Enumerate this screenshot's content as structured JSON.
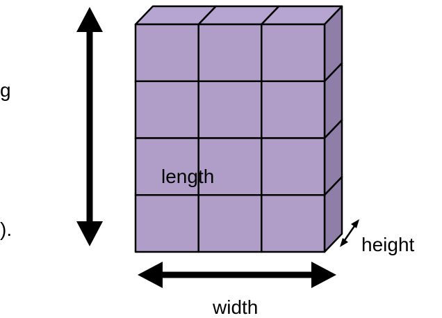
{
  "diagram": {
    "labels": {
      "length": "length",
      "width": "width",
      "height": "height"
    },
    "cut_off_text": {
      "left_fragment_1": "g",
      "left_fragment_2": ")."
    },
    "grid": {
      "columns": 3,
      "rows": 4
    },
    "colors": {
      "front_face": "#b09ec9",
      "top_face": "#b6a5d0",
      "side_face": "#8f7fa8",
      "outline": "#000000",
      "background": "#ffffff"
    },
    "arrows": {
      "length": "double-headed vertical",
      "width": "double-headed horizontal",
      "height": "double-headed diagonal"
    }
  }
}
